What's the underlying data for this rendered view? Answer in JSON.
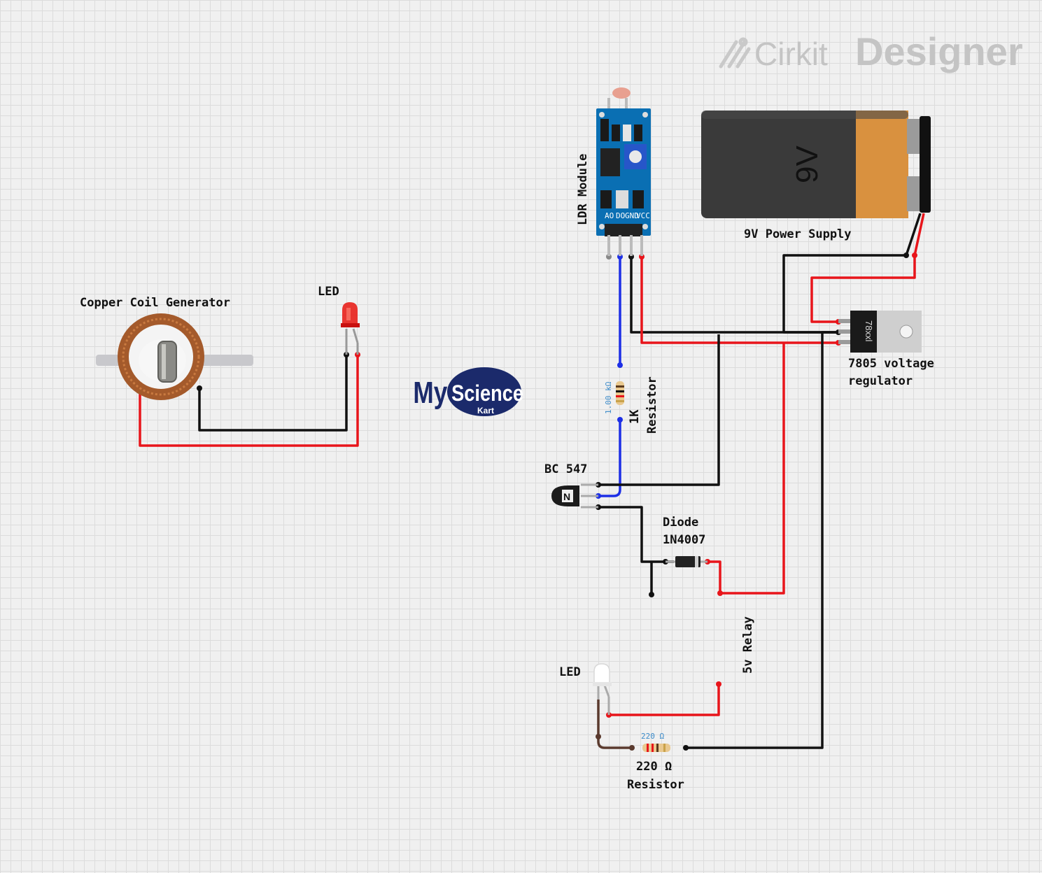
{
  "brand": {
    "text1": "Cirkit",
    "text2": "Designer"
  },
  "logo": {
    "my": "My",
    "science": "Science",
    "kart": "Kart"
  },
  "components": {
    "coil": "Copper Coil Generator",
    "led_red": "LED",
    "ldr": "LDR Module",
    "ldr_pins": [
      "AO",
      "DO",
      "GND",
      "VCC"
    ],
    "battery": "9V Power Supply",
    "battery_mark": "9V",
    "regulator": [
      "7805 voltage",
      "regulator"
    ],
    "regulator_mark": "78xxl",
    "resistor1": [
      "1K",
      "Resistor"
    ],
    "resistor1_value": "1.00 kΩ",
    "transistor": "BC 547",
    "transistor_mark": "N",
    "diode": [
      "Diode",
      "1N4007"
    ],
    "relay": "5v Relay",
    "led_white": "LED",
    "resistor2": [
      "220 Ω",
      "Resistor"
    ],
    "resistor2_value": "220 Ω"
  },
  "colors": {
    "red": "#e8151b",
    "black": "#111111",
    "blue": "#1d2fe6",
    "brown": "#5a3a2e",
    "battery_orange": "#d9913f",
    "battery_black": "#3a3a3a",
    "board_blue": "#0a6fb3"
  }
}
